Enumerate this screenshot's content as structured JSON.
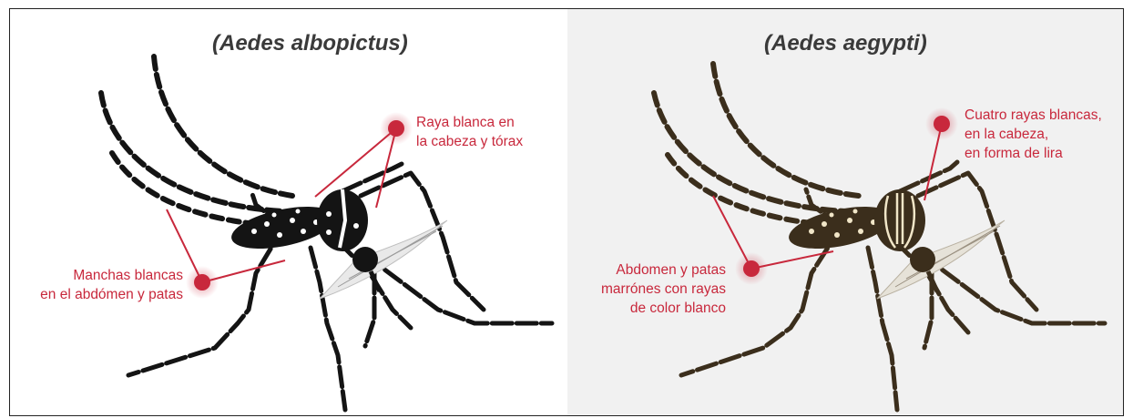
{
  "left": {
    "title": "(Aedes albopictus)",
    "label_head": "Raya blanca en\nla cabeza y tórax",
    "label_body": "Manchas blancas\nen el abdómen y patas"
  },
  "right": {
    "title": "(Aedes aegypti)",
    "label_head": "Cuatro rayas blancas,\nen la cabeza,\nen forma de lira",
    "label_body": "Abdomen y patas\nmarrónes con rayas\nde color blanco"
  },
  "colors": {
    "accent": "#c8283c",
    "albopictus_body": "#141414",
    "aegypti_body": "#3b2e1c",
    "stripe": "#ffffff",
    "aegypti_stripe": "#f1e6c8"
  },
  "icons": [
    "mosquito-albopictus-illustration",
    "mosquito-aegypti-illustration",
    "callout-dot-icon"
  ]
}
